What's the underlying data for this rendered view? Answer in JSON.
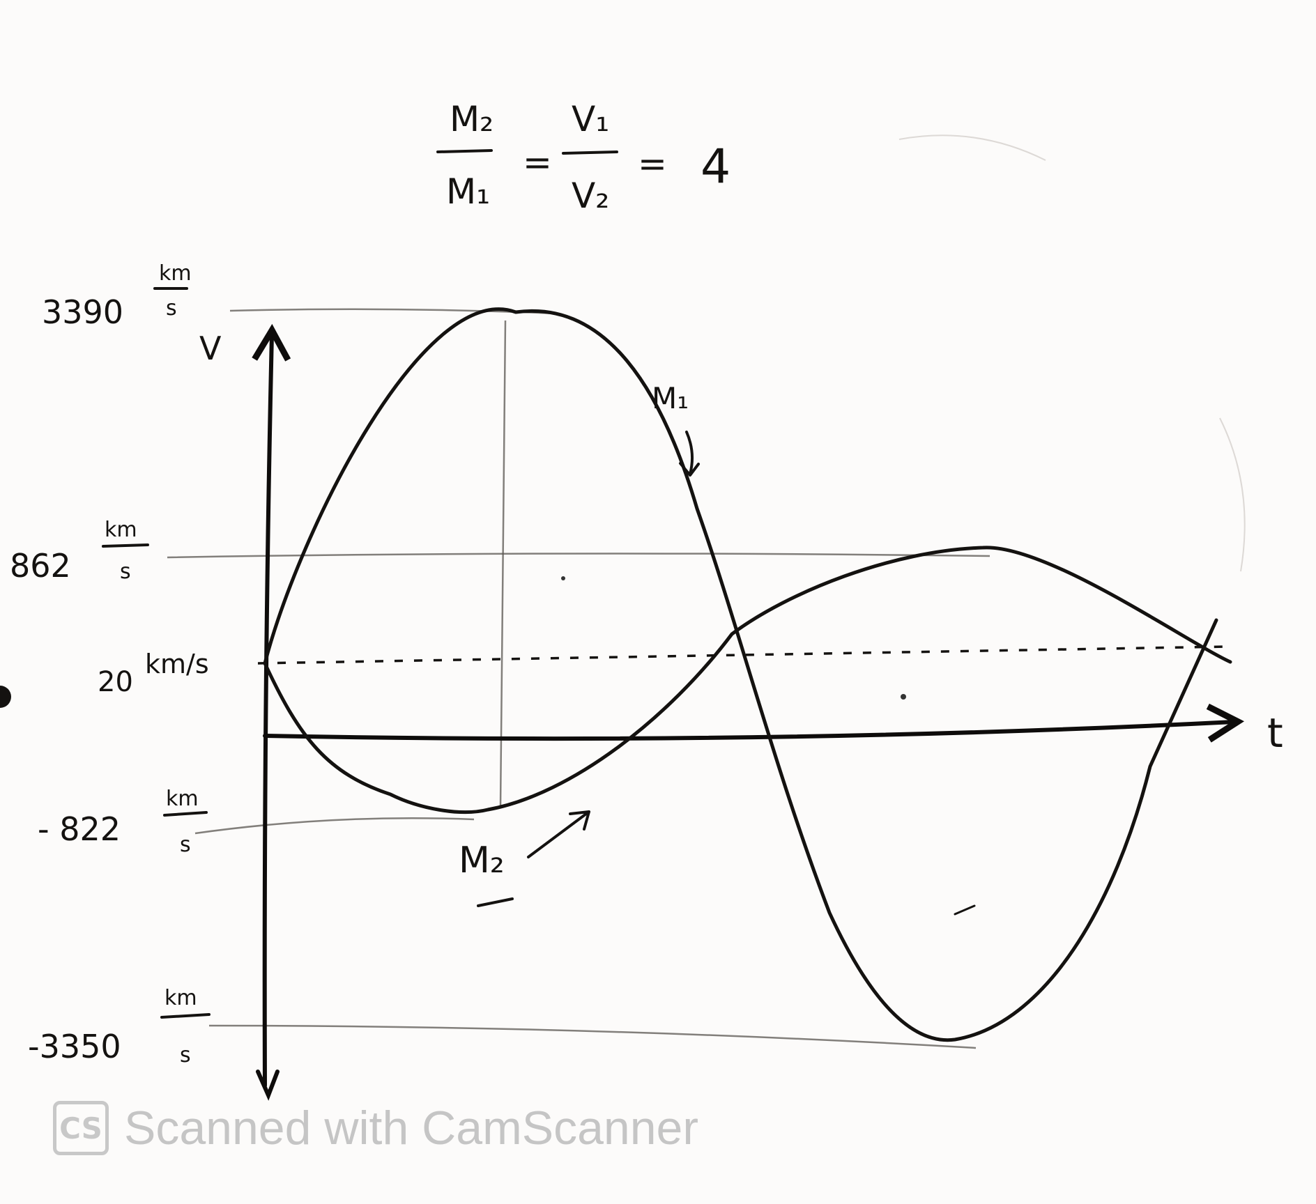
{
  "equation": {
    "num1": "M₂",
    "den1": "M₁",
    "equals1": "=",
    "num2": "V₁",
    "den2": "V₂",
    "equals2": "=",
    "value": "4"
  },
  "axes": {
    "y_label": "V",
    "x_label": "t"
  },
  "levels": [
    {
      "value": "3390",
      "unit_top": "km",
      "unit_bottom": "s"
    },
    {
      "value": "862",
      "unit_top": "km",
      "unit_bottom": "s"
    },
    {
      "value": "20",
      "unit": "km/s"
    },
    {
      "value": "- 822",
      "unit_top": "km",
      "unit_bottom": "s"
    },
    {
      "value": "-3350",
      "unit_top": "km",
      "unit_bottom": "s"
    }
  ],
  "curve_labels": {
    "m1": "M₁",
    "m2": "M₂"
  },
  "watermark": {
    "logo": "CS",
    "text": "Scanned with CamScanner"
  },
  "icons": {
    "watermark_logo": "camscanner-logo-icon"
  }
}
